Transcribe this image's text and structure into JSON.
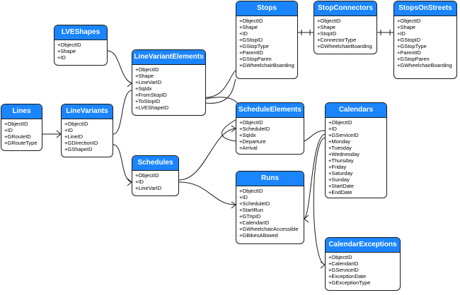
{
  "accent_color": "#1a85ff",
  "entities": [
    {
      "name": "Stops",
      "fields": [
        "+ObjectID",
        "+Shape",
        "+ID",
        "+GStopID",
        "+GStopType",
        "+ParentID",
        "+GStopParen",
        "+GWheelchairBoarding"
      ]
    },
    {
      "name": "StopConnectors",
      "fields": [
        "+ObjectID",
        "+Shape",
        "+StopID",
        "+ConnectorType",
        "+GWheelchairBoarding"
      ]
    },
    {
      "name": "StopsOnStreets",
      "fields": [
        "+ObjectID",
        "+Shape",
        "+ID",
        "+GStopID",
        "+GStopType",
        "+ParentID",
        "+GStopParen",
        "+GWheelchairBoarding"
      ]
    },
    {
      "name": "LVEShapes",
      "fields": [
        "+ObjectID",
        "+Shape",
        "+ID"
      ]
    },
    {
      "name": "LineVariantElements",
      "fields": [
        "+ObjectID",
        "+Shape",
        "+LineVarID",
        "+SqIdx",
        "+FromStopID",
        "+ToStopID",
        "+LVEShapeID"
      ]
    },
    {
      "name": "Lines",
      "fields": [
        "+ObjectID",
        "+ID",
        "+GRouteID",
        "+GRouteType"
      ]
    },
    {
      "name": "LineVariants",
      "fields": [
        "+ObjectID",
        "+ID",
        "+LineID",
        "+GDirectionID",
        "+GShapeID"
      ]
    },
    {
      "name": "ScheduleElements",
      "fields": [
        "+ObjectID",
        "+ScheduleID",
        "+SqIdx",
        "+Departure",
        "+Arrival"
      ]
    },
    {
      "name": "Calendars",
      "fields": [
        "+ObjectID",
        "+ID",
        "+GServiceID",
        "+Monday",
        "+Tuesday",
        "+Wednesday",
        "+Thursday",
        "+Friday",
        "+Saturday",
        "+Sunday",
        "+StartDate",
        "+EndDate"
      ]
    },
    {
      "name": "Schedules",
      "fields": [
        "+ObjectID",
        "+ID",
        "+LineVarID"
      ]
    },
    {
      "name": "Runs",
      "fields": [
        "+ObjectID",
        "+ID",
        "+ScheduleID",
        "+StartRun",
        "+GTripID",
        "+CalendarID",
        "+GWheelchairAccessible",
        "+GBikesAllowed"
      ]
    },
    {
      "name": "CalendarExceptions",
      "fields": [
        "+ObjectID",
        "+CalendarID",
        "+GServiceID",
        "+ExceptionDate",
        "+GExceptionType"
      ]
    }
  ]
}
